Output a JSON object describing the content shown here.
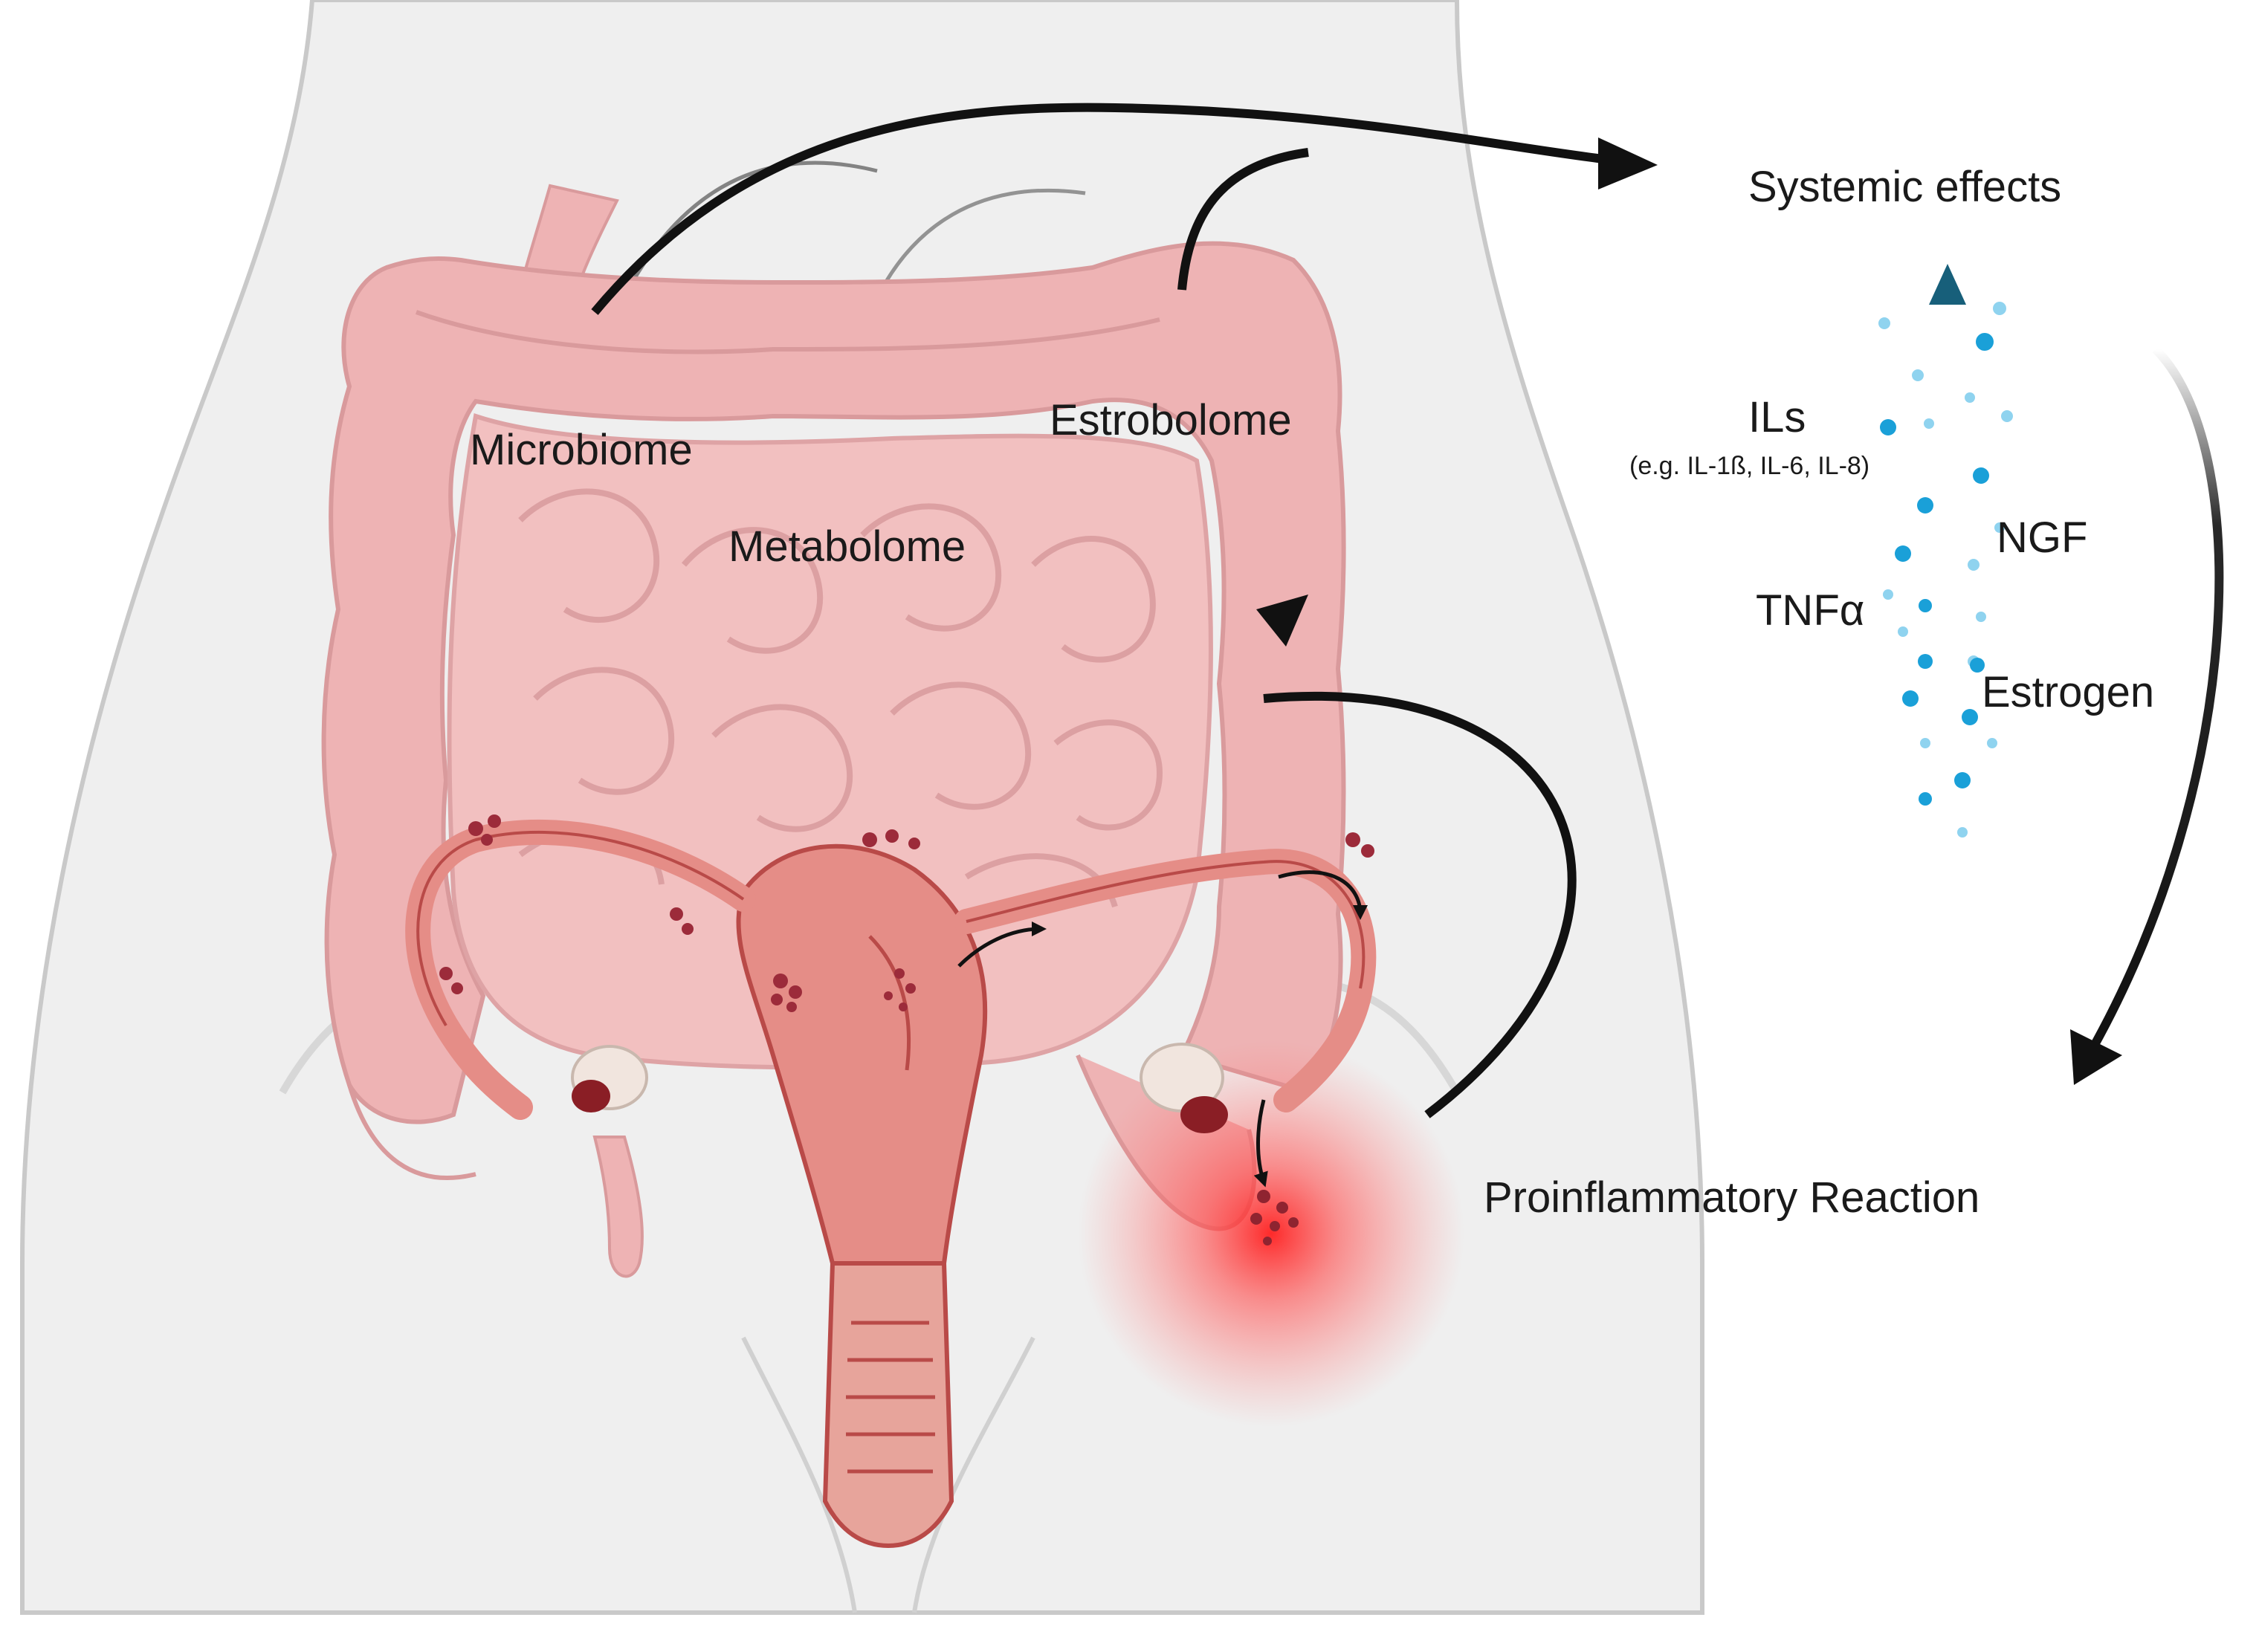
{
  "labels": {
    "microbiome": "Microbiome",
    "estrobolome": "Estrobolome",
    "metabolome": "Metabolome",
    "systemic_effects": "Systemic effects",
    "ils": "ILs",
    "ils_examples": "(e.g. IL-1ß, IL-6, IL-8)",
    "ngf": "NGF",
    "tnf": "TNFα",
    "estrogen": "Estrogen",
    "proinflammatory": "Proinflammatory Reaction"
  },
  "colors": {
    "body_fill": "#efefef",
    "body_outline": "#c9c9c9",
    "intestine": "#eeb3b4",
    "intestine_dark": "#d99a9c",
    "uterus": "#e58d87",
    "uterus_dark": "#b94a48",
    "lesion": "#9c2b3a",
    "inflammation": "#ff3b3b",
    "signal_arrow": "#175f7a",
    "dot_dark": "#1aa0d8",
    "dot_light": "#8fd3ef",
    "arrow": "#111111"
  }
}
